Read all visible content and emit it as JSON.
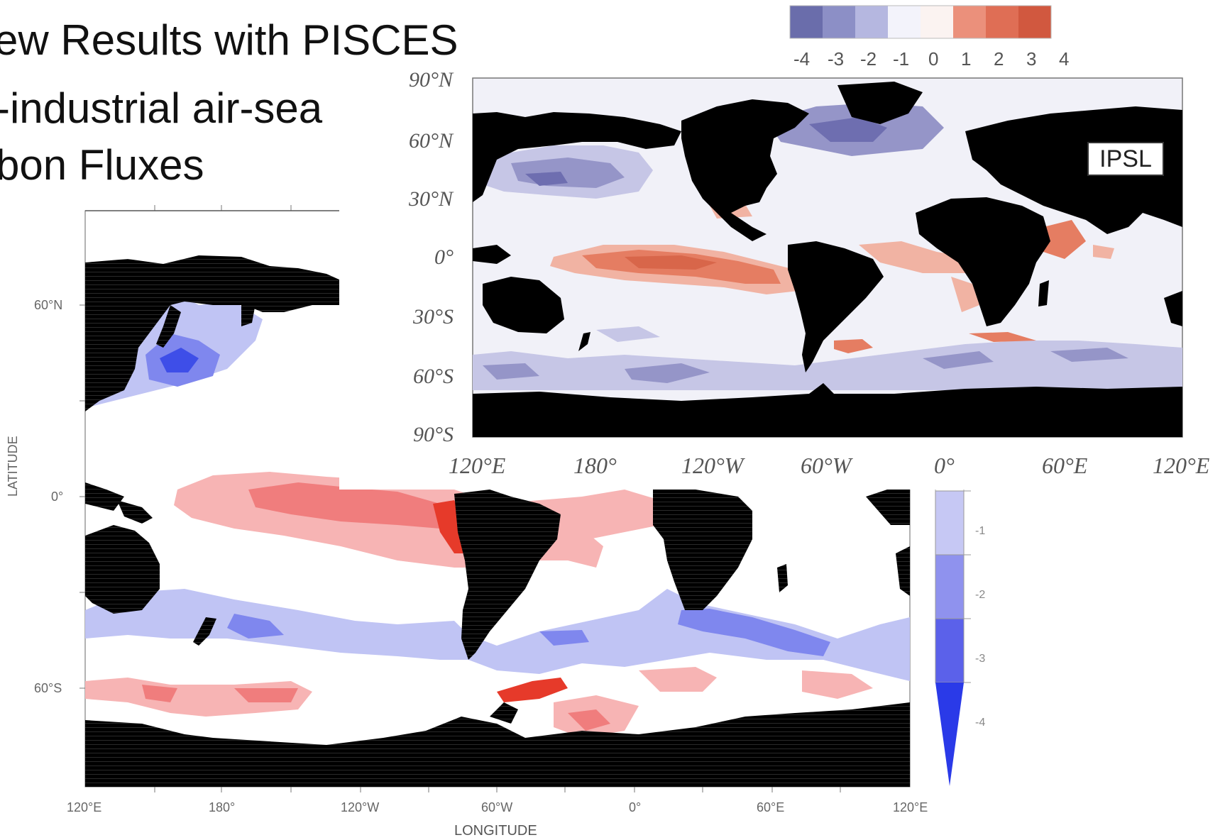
{
  "slide": {
    "title_line1": "ew Results with PISCES",
    "title_line2": "-industrial air-sea",
    "title_line3": "bon Fluxes"
  },
  "pisces_map": {
    "lat_ticks": [
      "60°N",
      "0°",
      "60°S"
    ],
    "lon_ticks": [
      "120°E",
      "180°",
      "120°W",
      "60°W",
      "0°",
      "60°E",
      "120°E"
    ],
    "xlabel": "LONGITUDE",
    "ylabel": "LATITUDE",
    "colorbar": {
      "labels": [
        "-1",
        "-2",
        "-3",
        "-4"
      ],
      "colors": [
        "#c6c8f4",
        "#8f92ee",
        "#5b61ea",
        "#2a3ae8"
      ]
    }
  },
  "ipsl_map": {
    "tag": "IPSL",
    "lat_ticks": [
      "90°N",
      "60°N",
      "30°N",
      "0°",
      "30°S",
      "60°S",
      "90°S"
    ],
    "lon_ticks": [
      "120°E",
      "180°",
      "120°W",
      "60°W",
      "0°",
      "60°E",
      "120°E"
    ],
    "colorbar": {
      "labels": [
        "-4",
        "-3",
        "-2",
        "-1",
        "0",
        "1",
        "2",
        "3",
        "4"
      ],
      "colors": [
        "#6a6dab",
        "#8c8fc6",
        "#b5b7e0",
        "#f3f3fb",
        "#fbf3f1",
        "#eb907b",
        "#df6e55",
        "#d1583f"
      ]
    }
  },
  "colors": {
    "land": "#000000",
    "ipsl_ocean": "#f1f1f8",
    "pisces_ocean": "#ffffff",
    "pisces_red_light": "#f7b4b4",
    "pisces_red_mid": "#f07d7d",
    "pisces_red_dark": "#e63a2a",
    "pisces_blue_light": "#c0c4f4",
    "pisces_blue_mid": "#7f87ee",
    "pisces_blue_dark": "#3e4ee8",
    "ipsl_blue_light": "#c6c6e6",
    "ipsl_blue_mid": "#9595c8",
    "ipsl_blue_dark": "#6e6eb0",
    "ipsl_red_light": "#f1b3a3",
    "ipsl_red_mid": "#e57d62",
    "ipsl_red_dark": "#d8664a"
  }
}
